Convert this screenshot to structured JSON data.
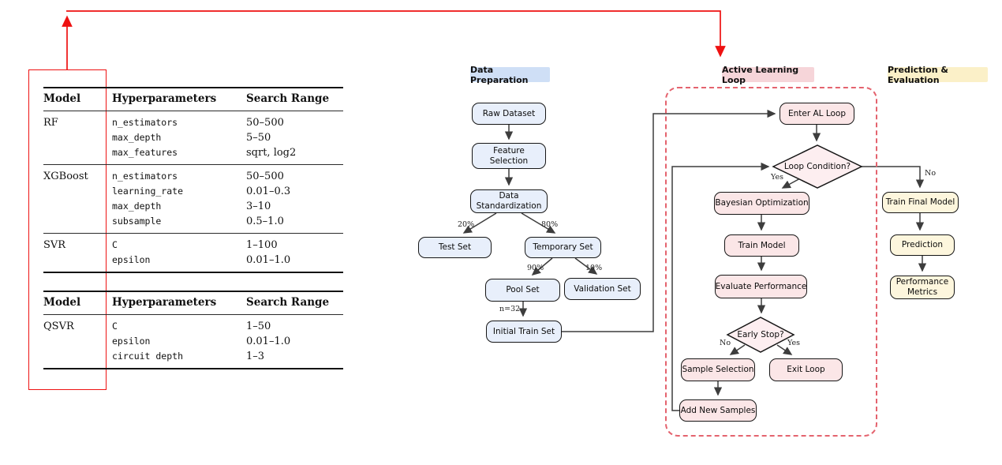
{
  "colors": {
    "red_connector": "#ee1111",
    "dashed_loop_border": "#e4636e",
    "arrow_gray": "#3d3d3d",
    "blue_node_fill": "#e8effb",
    "pink_node_fill": "#fbe6e7",
    "yellow_node_fill": "#fdf6dd",
    "blue_badge": "#cfdff6",
    "pink_badge": "#f6d5d9",
    "yellow_badge": "#fbf0c8"
  },
  "hyperparam_tables": {
    "classical": {
      "headers": [
        "Model",
        "Hyperparameters",
        "Search Range"
      ],
      "groups": [
        {
          "model": "RF",
          "rows": [
            [
              "n_estimators",
              "50–500"
            ],
            [
              "max_depth",
              "5–50"
            ],
            [
              "max_features",
              "sqrt, log2"
            ]
          ]
        },
        {
          "model": "XGBoost",
          "rows": [
            [
              "n_estimators",
              "50–500"
            ],
            [
              "learning_rate",
              "0.01–0.3"
            ],
            [
              "max_depth",
              "3–10"
            ],
            [
              "subsample",
              "0.5–1.0"
            ]
          ]
        },
        {
          "model": "SVR",
          "rows": [
            [
              "C",
              "1–100"
            ],
            [
              "epsilon",
              "0.01–1.0"
            ]
          ]
        }
      ]
    },
    "quantum": {
      "headers": [
        "Model",
        "Hyperparameters",
        "Search Range"
      ],
      "groups": [
        {
          "model": "QSVR",
          "rows": [
            [
              "C",
              "1–50"
            ],
            [
              "epsilon",
              "0.01–1.0"
            ],
            [
              "circuit depth",
              "1–3"
            ]
          ]
        }
      ]
    }
  },
  "flowchart": {
    "section_labels": {
      "data_preparation": "Data Preparation",
      "active_learning": "Active Learning Loop",
      "prediction_evaluation": "Prediction & Evaluation"
    },
    "nodes": {
      "raw_dataset": "Raw Dataset",
      "feature_selection": "Feature Selection",
      "data_standardization": "Data Standardization",
      "test_set": "Test Set",
      "temporary_set": "Temporary Set",
      "pool_set": "Pool Set",
      "validation_set": "Validation Set",
      "initial_train_set": "Initial Train Set",
      "enter_al_loop": "Enter AL Loop",
      "loop_condition": "Loop Condition?",
      "bayesian_optimization": "Bayesian Optimization",
      "train_model": "Train Model",
      "evaluate_performance": "Evaluate Performance",
      "early_stop": "Early Stop?",
      "sample_selection": "Sample Selection",
      "exit_loop": "Exit Loop",
      "add_new_samples": "Add New Samples",
      "train_final_model": "Train Final Model",
      "prediction": "Prediction",
      "performance_metrics": "Performance Metrics"
    },
    "edge_labels": {
      "test_split": "20%",
      "temporary_split": "80%",
      "pool_split": "90%",
      "validation_split": "10%",
      "initial_sample_count": "n=32",
      "loop_yes": "Yes",
      "loop_no": "No",
      "early_stop_no": "No",
      "early_stop_yes": "Yes"
    }
  }
}
